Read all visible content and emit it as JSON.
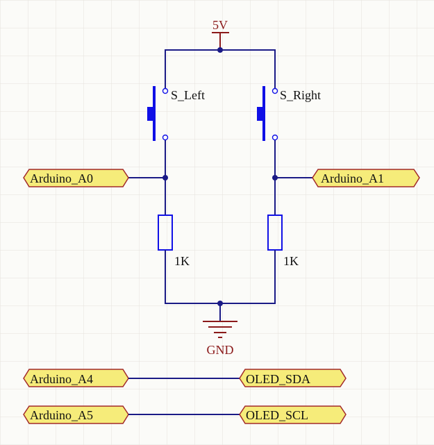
{
  "power": {
    "vcc_label": "5V",
    "gnd_label": "GND"
  },
  "switches": {
    "left_label": "S_Left",
    "right_label": "S_Right"
  },
  "resistors": {
    "left_value": "1K",
    "right_value": "1K"
  },
  "ports": {
    "a0": "Arduino_A0",
    "a1": "Arduino_A1",
    "a4": "Arduino_A4",
    "a5": "Arduino_A5",
    "sda": "OLED_SDA",
    "scl": "OLED_SCL"
  },
  "colors": {
    "wire": "#1a1a86",
    "component": "#1010e6",
    "power": "#8b1a1a",
    "port_fill": "#f6ec7a",
    "port_border": "#a22a2a",
    "grid": "#e4e1dc",
    "background": "#fbfbf8"
  }
}
